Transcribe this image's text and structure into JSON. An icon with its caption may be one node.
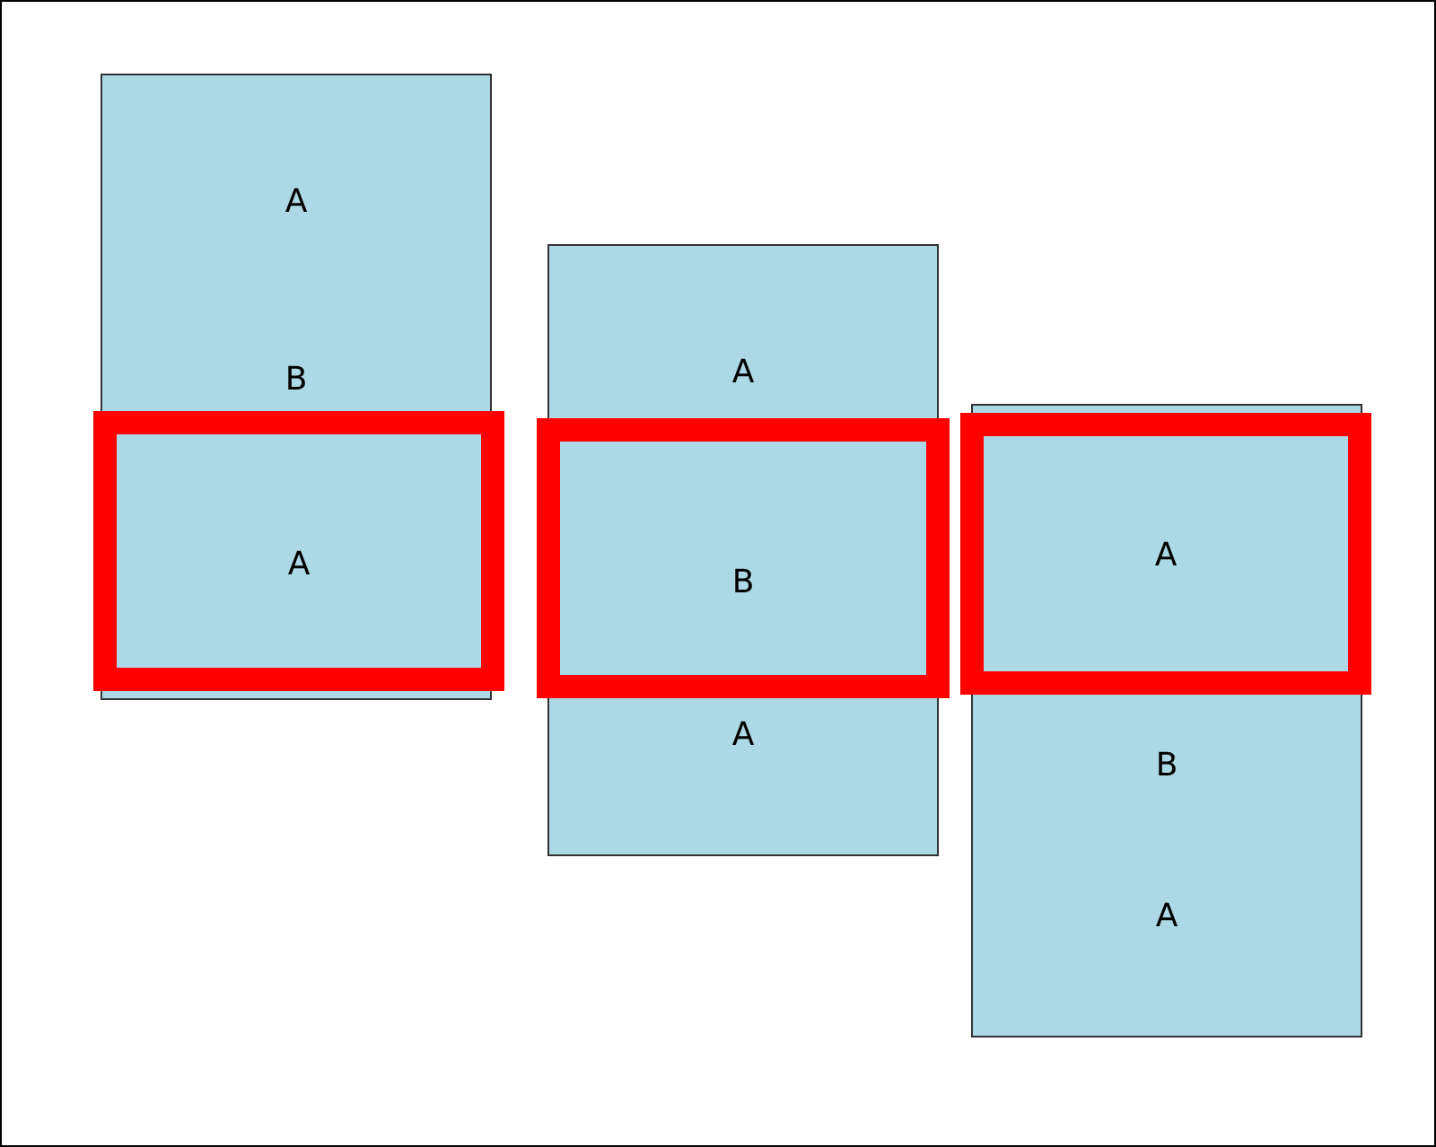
{
  "diagram": {
    "nodes": [
      {
        "text": [
          "A",
          "B"
        ]
      },
      {
        "text": [
          "A"
        ],
        "in": 0
      },
      {
        "text": [
          "A",
          "A"
        ]
      },
      {
        "text": [
          "B"
        ],
        "in": 2
      },
      {
        "text": [
          "B",
          "A"
        ]
      },
      {
        "text": [
          "A"
        ],
        "in": 4
      }
    ]
  }
}
